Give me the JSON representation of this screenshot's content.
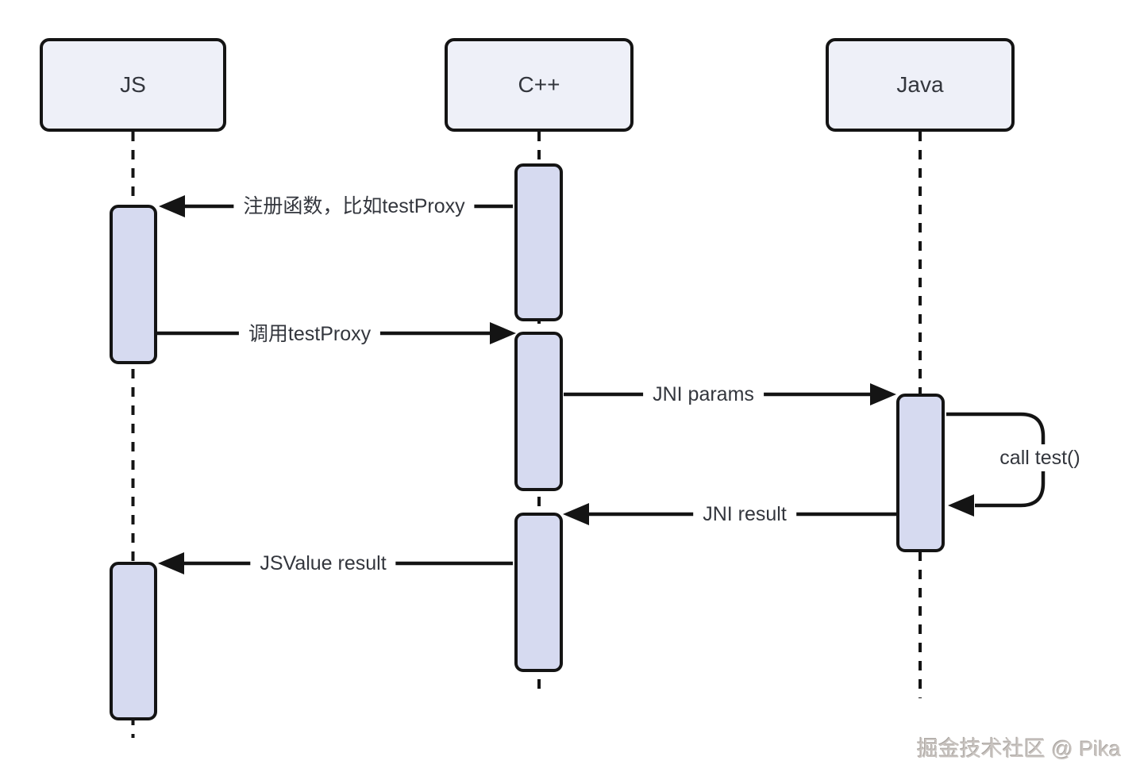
{
  "diagram": {
    "title": "JS / C++ / Java JNI sequence diagram",
    "actors": [
      {
        "id": "js",
        "label": "JS"
      },
      {
        "id": "cpp",
        "label": "C++"
      },
      {
        "id": "java",
        "label": "Java"
      }
    ],
    "messages": [
      {
        "from": "cpp",
        "to": "js",
        "label": "注册函数，比如testProxy"
      },
      {
        "from": "js",
        "to": "cpp",
        "label": "调用testProxy"
      },
      {
        "from": "cpp",
        "to": "java",
        "label": "JNI params"
      },
      {
        "from": "java",
        "to": "java",
        "label": "call test()"
      },
      {
        "from": "java",
        "to": "cpp",
        "label": "JNI result"
      },
      {
        "from": "cpp",
        "to": "js",
        "label": "JSValue result"
      }
    ],
    "watermark": "掘金技术社区 @ Pika",
    "colors": {
      "actor_fill": "#eef0f8",
      "activation_fill": "#d6daf0",
      "line": "#141414",
      "text": "#33363d",
      "watermark": "#c9c4c0"
    }
  }
}
